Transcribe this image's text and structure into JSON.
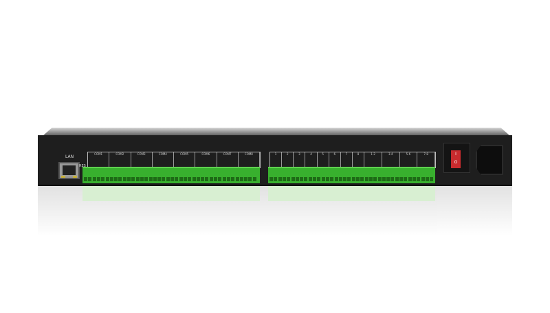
{
  "device": {
    "lan_label": "LAN",
    "reset_label": "RES",
    "com_ports": [
      "COM1",
      "COM2",
      "COM3",
      "COM4",
      "COM5",
      "COM6",
      "COM7",
      "COM8"
    ],
    "relay_channels": [
      "1",
      "2",
      "3",
      "4",
      "5",
      "6",
      "7",
      "8"
    ],
    "switch_groups": [
      "1-2",
      "3-4",
      "5-6",
      "7-8"
    ],
    "power_switch": {
      "on": "I",
      "off": "O"
    },
    "colors": {
      "body": "#1e1e1e",
      "terminal": "#38b02e",
      "switch": "#c82b2e"
    }
  }
}
